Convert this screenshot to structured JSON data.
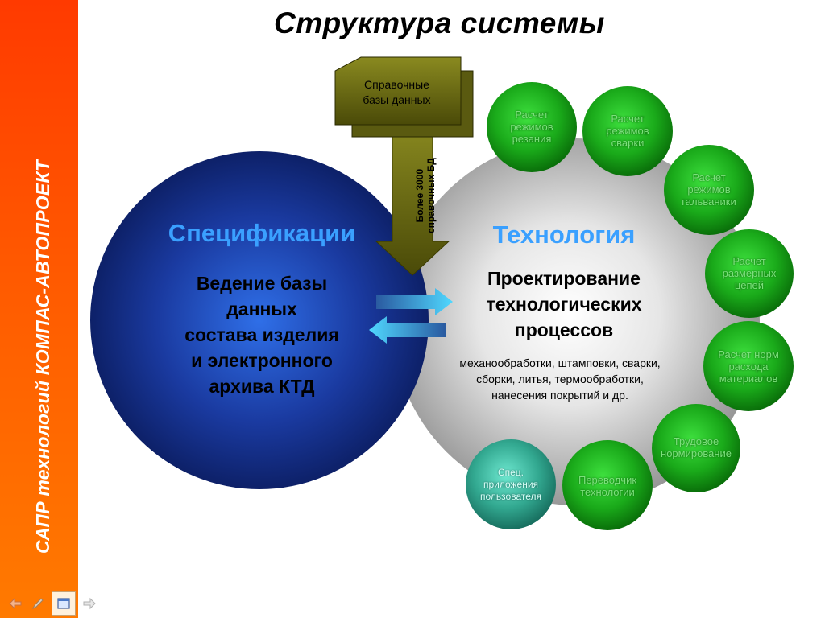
{
  "title": "Структура системы",
  "sidebar": {
    "vertical_title": "САПР технологий КОМПАС-АВТОПРОЕКТ"
  },
  "nav": {
    "icons": [
      "arrow-left-icon",
      "pen-icon",
      "window-icon",
      "arrow-right-icon"
    ]
  },
  "reference_db": {
    "label_line1": "Справочные",
    "label_line2": "базы данных",
    "arrow_line1": "Более 3000",
    "arrow_line2": "справочных БД"
  },
  "spec": {
    "title": "Спецификации",
    "line1": "Ведение базы",
    "line2": "данных",
    "line3": "состава изделия",
    "line4": "и электронного",
    "line5": "архива КТД"
  },
  "tech": {
    "title": "Технология",
    "line1": "Проектирование",
    "line2": "технологических",
    "line3": "процессов",
    "sub1": "механообработки, штамповки, сварки,",
    "sub2": "сборки, литья, термообработки,",
    "sub3": "нанесения покрытий и др."
  },
  "bubbles": [
    {
      "id": "cutting",
      "lines": [
        "Расчет",
        "режимов",
        "резания"
      ]
    },
    {
      "id": "welding",
      "lines": [
        "Расчет",
        "режимов",
        "сварки"
      ]
    },
    {
      "id": "galvanic",
      "lines": [
        "Расчет",
        "режимов",
        "гальваники"
      ]
    },
    {
      "id": "dimension",
      "lines": [
        "Расчет",
        "размерных",
        "цепей"
      ]
    },
    {
      "id": "materials",
      "lines": [
        "Расчет норм",
        "расхода",
        "материалов"
      ]
    },
    {
      "id": "labor",
      "lines": [
        "Трудовое",
        "нормирование"
      ]
    },
    {
      "id": "translator",
      "lines": [
        "Переводчик",
        "технологии"
      ]
    },
    {
      "id": "user-apps",
      "lines": [
        "Спец.",
        "приложения",
        "пользователя"
      ]
    }
  ],
  "colors": {
    "sidebar": "#ff5a00",
    "title_accent": "#3aa0ff",
    "bubble_green": "#22b522",
    "bubble_teal": "#3bb59a",
    "spec_blue": "#1a3aa0",
    "refdb_olive": "#6b6b10"
  }
}
